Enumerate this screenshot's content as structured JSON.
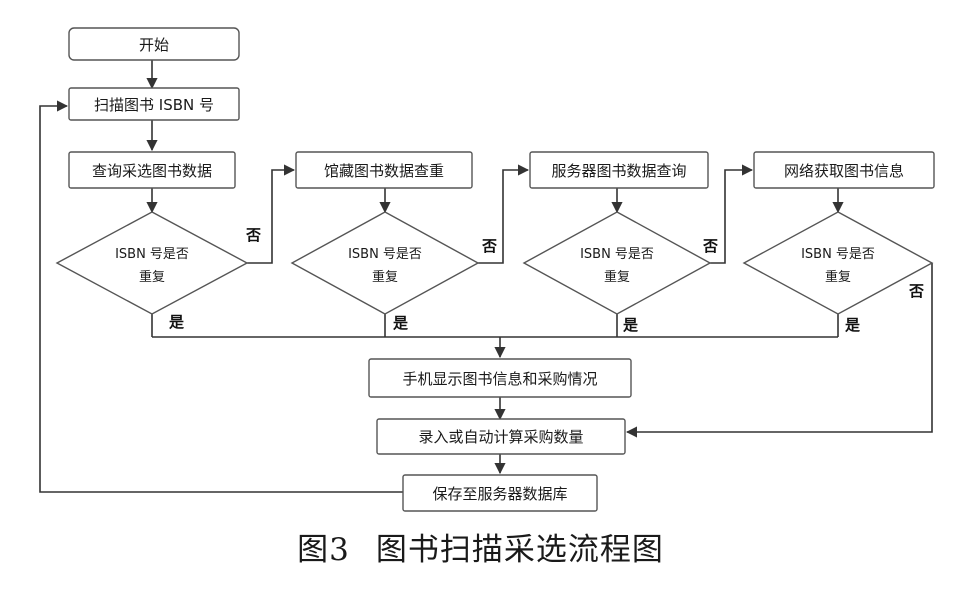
{
  "nodes": {
    "start": "开始",
    "scan": "扫描图书 ISBN 号",
    "query_selection": "查询采选图书数据",
    "collection_check": "馆藏图书数据查重",
    "server_query": "服务器图书数据查询",
    "network_fetch": "网络获取图书信息",
    "phone_display": "手机显示图书信息和采购情况",
    "enter_quantity": "录入或自动计算采购数量",
    "save_server": "保存至服务器数据库"
  },
  "decisions": {
    "line1": "ISBN 号是否",
    "line2": "重复"
  },
  "labels": {
    "yes": "是",
    "no": "否"
  },
  "caption": {
    "number": "图3",
    "title": "图书扫描采选流程图"
  }
}
